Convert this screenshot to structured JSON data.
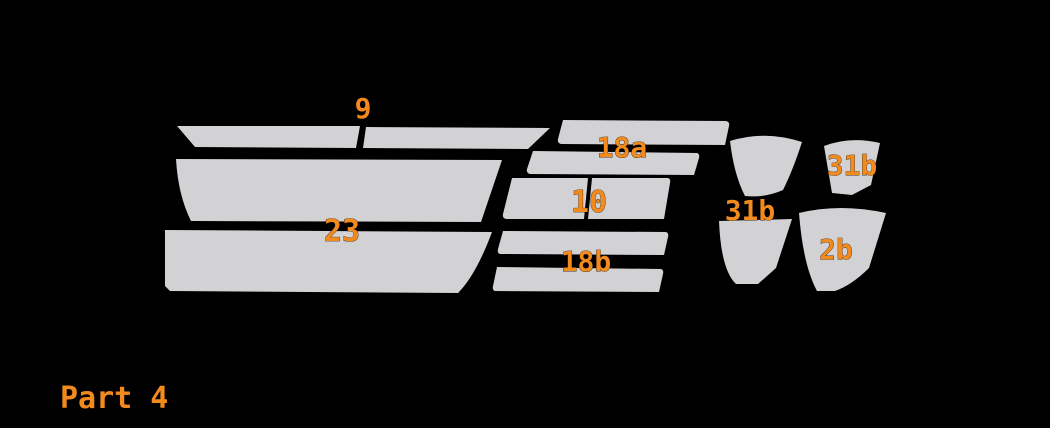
{
  "diagram": {
    "labels": {
      "piece_9": "9",
      "piece_23": "23",
      "piece_18a": "18a",
      "piece_10": "10",
      "piece_18b": "18b",
      "piece_31b_upper": "31b",
      "piece_31b_lower": "31b",
      "piece_2b": "2b"
    },
    "part_label": "Part 4"
  },
  "colors": {
    "background": "#000000",
    "piece_fill": "#d2d2d4",
    "label": "#f28a1e"
  }
}
